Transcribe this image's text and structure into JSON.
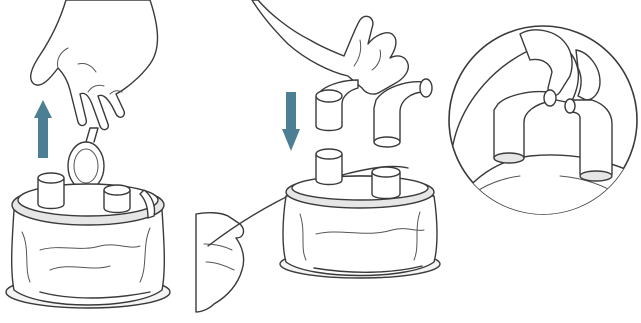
{
  "colors": {
    "arrow": "#4d7f94",
    "outline": "#3a3a3a",
    "background": "#ffffff"
  },
  "panels": [
    {
      "id": "panel-1",
      "arrow_direction": "up",
      "icon": "hand-lifting-cap-illustration"
    },
    {
      "id": "panel-2",
      "arrow_direction": "down",
      "icon": "hand-inserting-elbow-ports-illustration"
    },
    {
      "id": "panel-3",
      "arrow_direction": "none",
      "icon": "detail-zoom-circle-illustration"
    }
  ]
}
